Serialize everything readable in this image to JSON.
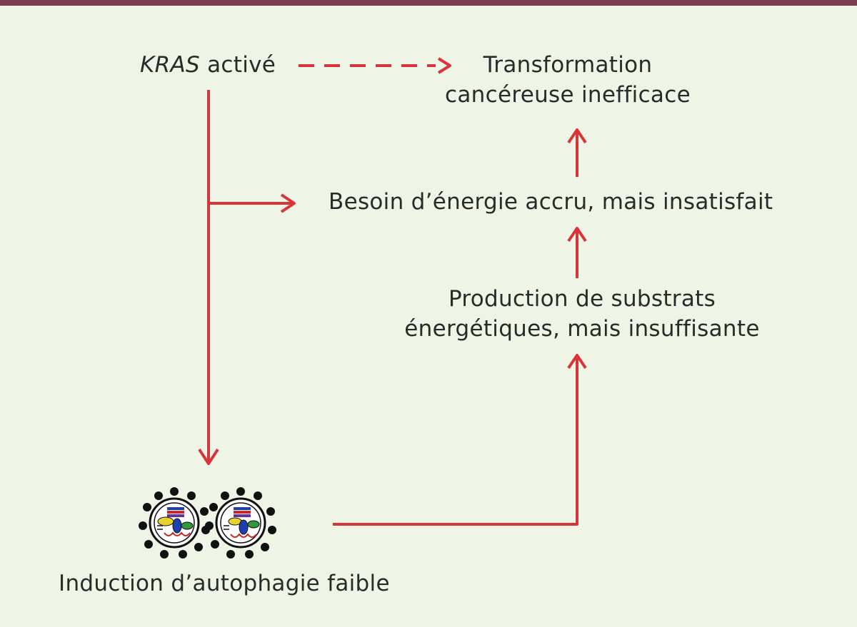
{
  "diagram": {
    "kras": {
      "gene": "KRAS",
      "rest": " activé"
    },
    "transformation": {
      "line1": "Transformation",
      "line2": "cancéreuse inefficace"
    },
    "besoin": "Besoin d’énergie accru, mais insatisfait",
    "production": {
      "line1": "Production de substrats",
      "line2": "énergétiques, mais insuffisante"
    },
    "induction": "Induction d’autophagie faible",
    "colors": {
      "arrow": "#d8343a",
      "frame": "#7b3f4f",
      "background": "#eef5e6"
    }
  }
}
